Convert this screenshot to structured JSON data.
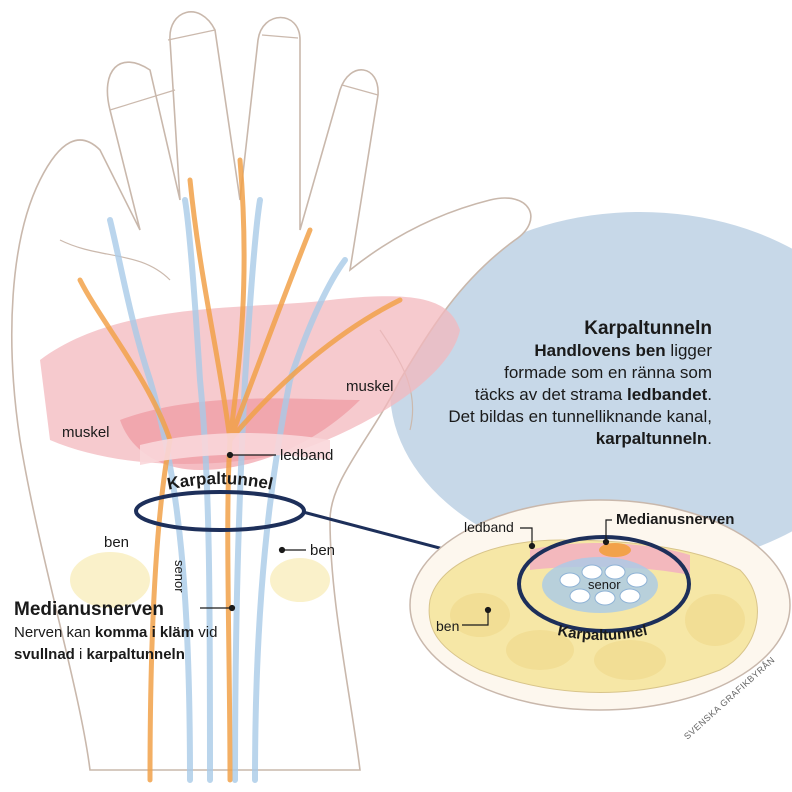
{
  "info": {
    "title": "Karpaltunneln",
    "line1_bold": "Handlovens ben",
    "line1_rest": " ligger",
    "line2": "formade som en ränna som",
    "line3_pre": "täcks av det strama ",
    "line3_bold": "ledbandet",
    "line3_post": ".",
    "line4": "Det bildas en tunnelliknande kanal,",
    "line5_bold": "karpaltunneln",
    "line5_post": "."
  },
  "hand_labels": {
    "muskel_left": "muskel",
    "muskel_right": "muskel",
    "ledband": "ledband",
    "karpaltunnel": "Karpaltunnel",
    "ben_left": "ben",
    "ben_right": "ben",
    "senor": "senor"
  },
  "nerve_note": {
    "title": "Medianusnerven",
    "t1": "Nerven kan ",
    "t2": "komma i kläm",
    "t3": " vid",
    "t4": "svullnad",
    "t5": " i ",
    "t6": "karpaltunneln"
  },
  "section_labels": {
    "ledband": "ledband",
    "medianusnerven": "Medianusnerven",
    "senor": "senor",
    "ben": "ben",
    "karpaltunnel": "Karpaltunnel"
  },
  "credit": "SVENSKA GRAFIKBYRÅN",
  "colors": {
    "bubble": "#c7d8e8",
    "ring": "#1d2f5a",
    "nerve": "#f2a24a",
    "tendon": "#a9cbe8",
    "muscle": "#f3b8bd",
    "bone": "#f6e7a6",
    "skin_line": "#c9b8ac"
  }
}
